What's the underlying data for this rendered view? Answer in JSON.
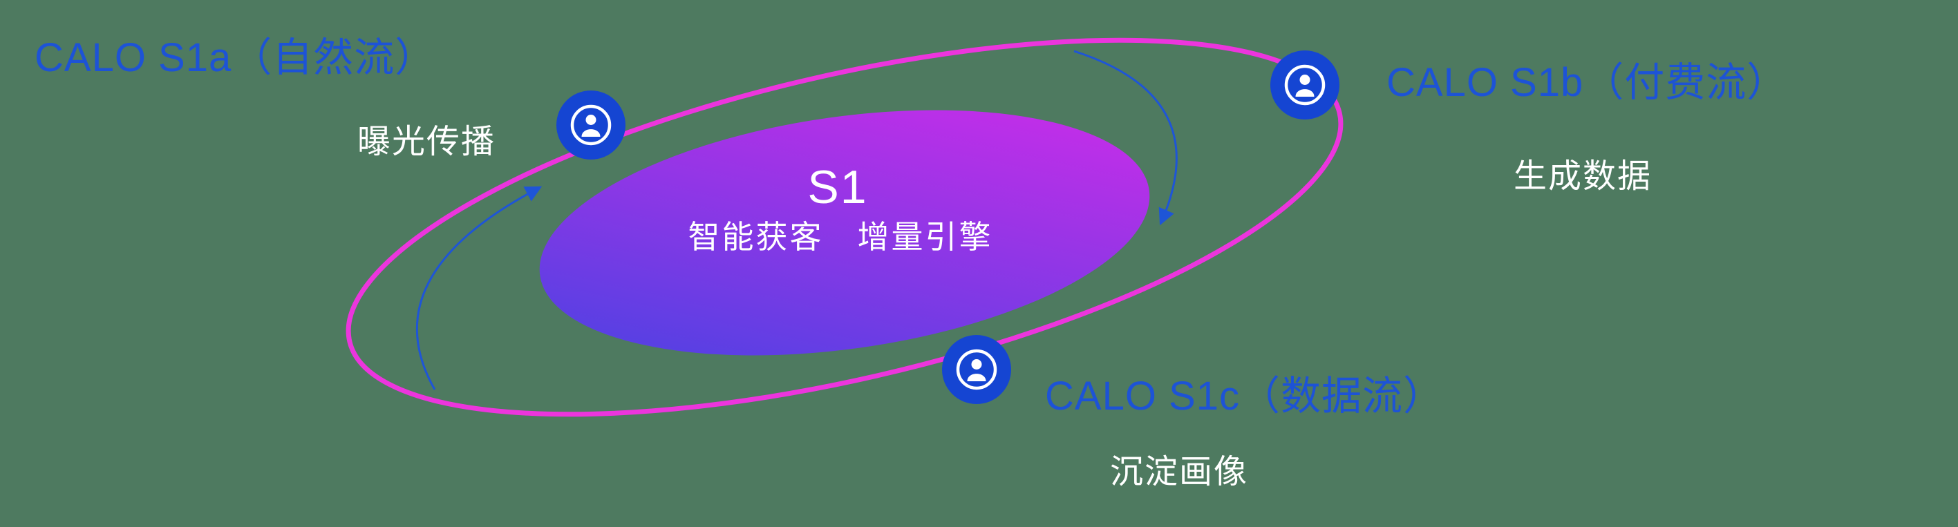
{
  "colors": {
    "background": "#4e7a60",
    "label-blue": "#1d53d6",
    "node-blue": "#1545d2",
    "ring-pink": "#ec35dd",
    "grad-blue": "#4443e2",
    "grad-magenta": "#d42be9",
    "arrow-blue": "#1e55d7",
    "text-white": "#ffffff"
  },
  "center": {
    "title": "S1",
    "subtitle": "智能获客　增量引擎"
  },
  "nodes": [
    {
      "id": "s1a",
      "title": "CALO S1a（自然流）",
      "subtitle": "曝光传播",
      "icon": "user-icon"
    },
    {
      "id": "s1b",
      "title": "CALO S1b（付费流）",
      "subtitle": "生成数据",
      "icon": "user-icon"
    },
    {
      "id": "s1c",
      "title": "CALO S1c（数据流）",
      "subtitle": "沉淀画像",
      "icon": "user-icon"
    }
  ]
}
